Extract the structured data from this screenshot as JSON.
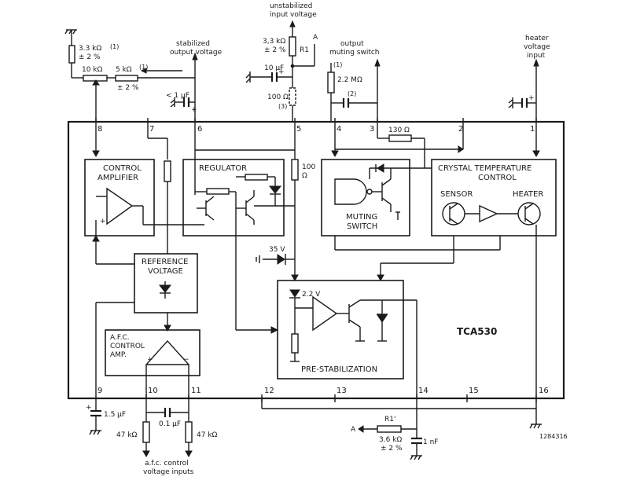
{
  "ic": {
    "type": "TCA530",
    "ref": "1284316"
  },
  "blocks": {
    "control_amplifier": [
      "CONTROL",
      "AMPLIFIER"
    ],
    "regulator": "REGULATOR",
    "muting_switch": [
      "MUTING",
      "SWITCH"
    ],
    "crystal": {
      "title": [
        "CRYSTAL TEMPERATURE",
        "CONTROL"
      ],
      "sensor": "SENSOR",
      "heater": "HEATER"
    },
    "reference_voltage": [
      "REFERENCE",
      "VOLTAGE"
    ],
    "afc_amp": [
      "A.F.C.",
      "CONTROL",
      "AMP."
    ],
    "pre_stabilization": "PRE-STABILIZATION"
  },
  "pins": [
    "1",
    "2",
    "3",
    "4",
    "5",
    "6",
    "7",
    "8",
    "9",
    "10",
    "11",
    "12",
    "13",
    "14",
    "15",
    "16"
  ],
  "external": {
    "unstab_input": [
      "unstabilized",
      "input voltage"
    ],
    "stab_output": [
      "stabilized",
      "output voltage"
    ],
    "muting_switch_output": [
      "output",
      "muting switch"
    ],
    "heater_input": [
      "heater",
      "voltage",
      "input"
    ],
    "afc_inputs": [
      "a.f.c. control",
      "voltage inputs"
    ]
  },
  "components": {
    "r_33k": [
      "3.3 kΩ",
      "± 2 %"
    ],
    "r_10k": "10 kΩ",
    "r_5k": [
      "5 kΩ",
      "± 2 %"
    ],
    "r1": [
      "3,3 kΩ",
      "± 2 %"
    ],
    "r1_name": "R1",
    "c_10u": "10 µF",
    "r_100_ext": "100 Ω",
    "c_1u": "< 1 µF",
    "r_22m": "2.2 MΩ",
    "r_130": "130 Ω",
    "r_100_int": [
      "100",
      "Ω"
    ],
    "zener_35": "35 V",
    "zener_22": "2.2 V",
    "c_15u": "1.5 µF",
    "c_01u": "0.1 µF",
    "r_47k_left": "47 kΩ",
    "r_47k_right": "47 kΩ",
    "r_ext_name": "R1'",
    "r_36k": [
      "3.6 kΩ",
      "± 2 %"
    ],
    "c_1n": "1 nF",
    "note_1": "(1)",
    "note_2": "(2)",
    "note_3": "(3)",
    "node_a": "A"
  },
  "colors": {
    "ink": "#1a1a1a",
    "paper": "#ffffff"
  }
}
